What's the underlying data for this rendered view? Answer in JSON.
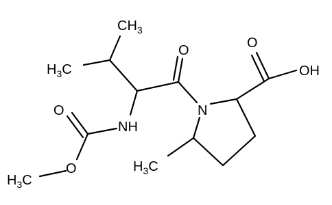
{
  "molecule": {
    "atoms": {
      "ch3_top": {
        "main": "CH",
        "sub": "3"
      },
      "h3c_left": {
        "pre": "H",
        "sub": "3",
        "main": "C"
      },
      "o_ketone": {
        "main": "O"
      },
      "o_carboxyl_double": {
        "main": "O"
      },
      "oh_carboxyl": {
        "main": "OH"
      },
      "o_carbamate_double": {
        "main": "O"
      },
      "nh": {
        "main": "NH"
      },
      "n_ring": {
        "main": "N"
      },
      "o_ester": {
        "main": "O"
      },
      "h3c_methoxy": {
        "pre": "H",
        "sub": "3",
        "main": "C"
      },
      "h3c_ring": {
        "pre": "H",
        "sub": "3",
        "main": "C"
      }
    }
  }
}
